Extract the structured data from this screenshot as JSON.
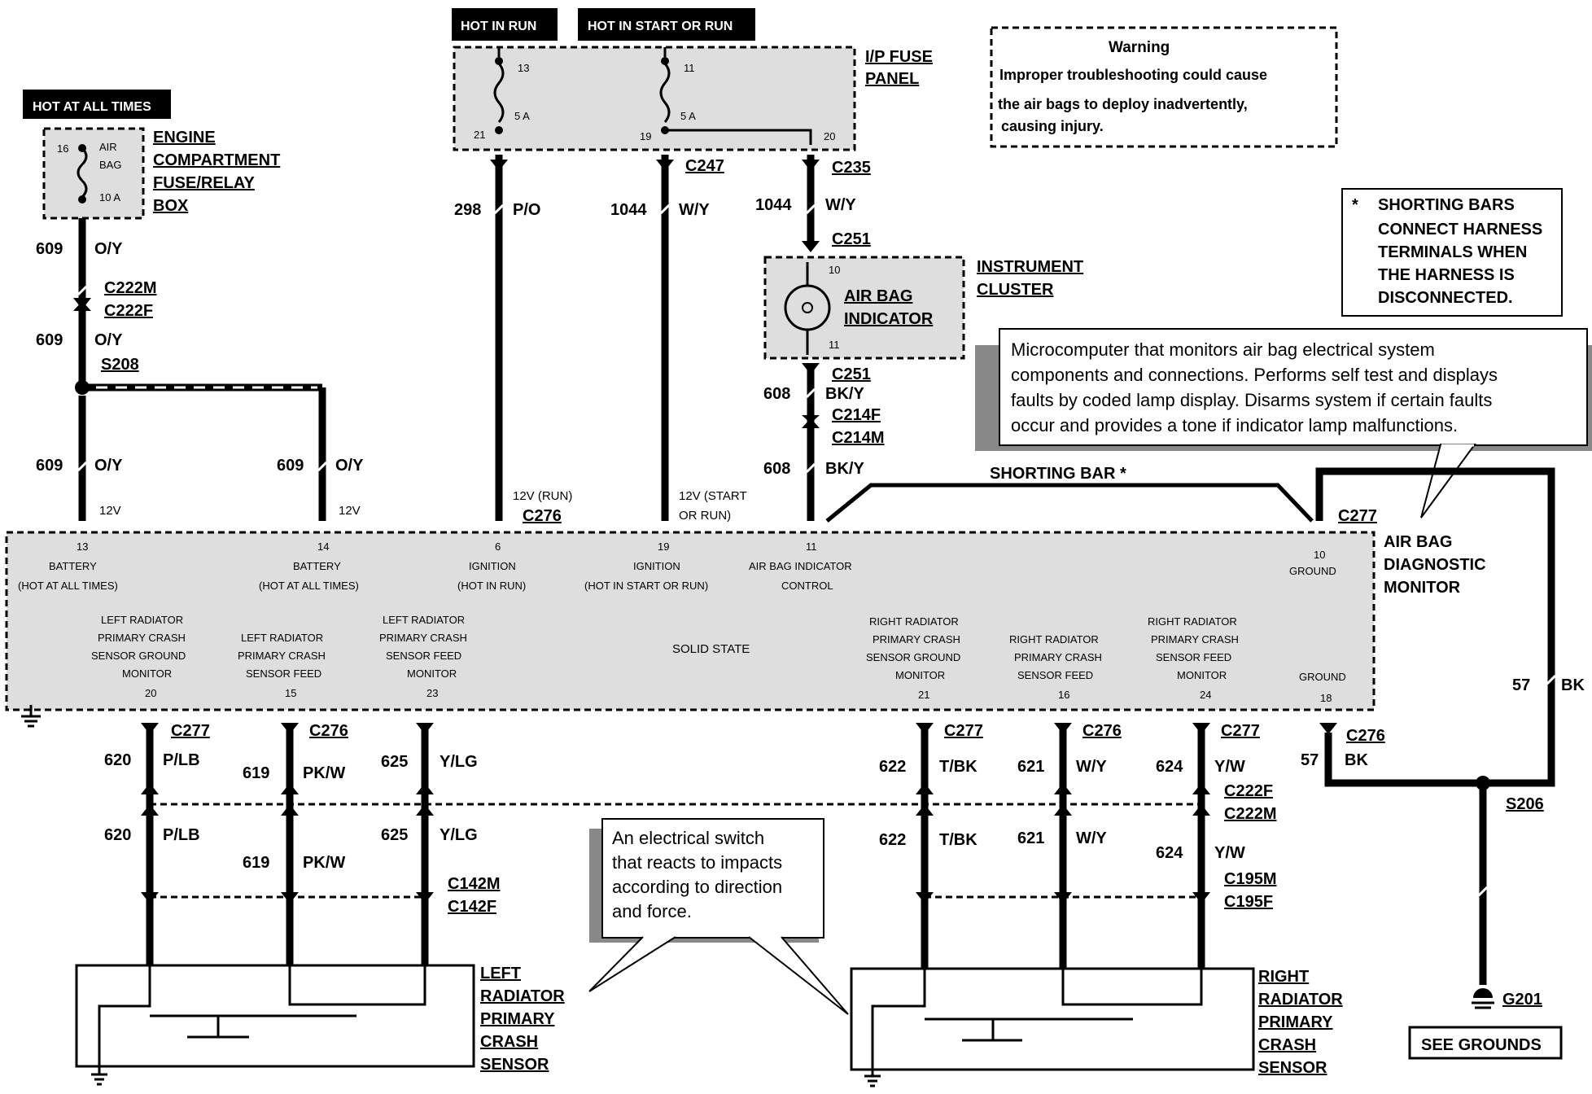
{
  "power": {
    "hot_at_all_times": "HOT AT ALL TIMES",
    "hot_in_run": "HOT IN RUN",
    "hot_in_start_or_run": "HOT IN START OR RUN"
  },
  "engine_box": {
    "label": [
      "ENGINE",
      "COMPARTMENT",
      "FUSE/RELAY",
      "BOX"
    ],
    "fuse_pin": "16",
    "fuse_name": [
      "AIR",
      "BAG"
    ],
    "fuse_amp": "10 A"
  },
  "ip_fuse_panel": {
    "label": [
      "I/P FUSE",
      "PANEL"
    ],
    "fuse_a": {
      "top": "13",
      "bottom": "21",
      "amp": "5 A"
    },
    "fuse_b": {
      "top": "11",
      "bottom": "19",
      "amp": "5 A"
    },
    "pin_out": "20"
  },
  "warning": {
    "title": "Warning",
    "lines": [
      "Improper troubleshooting could cause",
      "the air bags to deploy inadvertently,",
      "causing injury."
    ]
  },
  "shorting_note": {
    "star": "*",
    "lines": [
      "SHORTING BARS",
      "CONNECT HARNESS",
      "TERMINALS WHEN",
      "THE HARNESS IS",
      "DISCONNECTED."
    ]
  },
  "cluster": {
    "label": [
      "INSTRUMENT",
      "CLUSTER"
    ],
    "indicator": [
      "AIR BAG",
      "INDICATOR"
    ],
    "pin_top": "10",
    "pin_bottom": "11"
  },
  "monitor_note": [
    "Microcomputer that monitors air bag electrical system",
    "components and connections.  Performs self test and displays",
    "faults by coded lamp display.  Disarms system if certain faults",
    "occur and provides a tone if indicator lamp malfunctions."
  ],
  "switch_note": [
    "An electrical switch",
    "that reacts to impacts",
    "according to direction",
    "and force."
  ],
  "wires": {
    "w609": "609",
    "oy": "O/Y",
    "w298": "298",
    "po": "P/O",
    "w1044": "1044",
    "wy": "W/Y",
    "w608": "608",
    "bky": "BK/Y",
    "w57": "57",
    "bk": "BK",
    "w620": "620",
    "plb": "P/LB",
    "w619": "619",
    "pkw": "PK/W",
    "w625": "625",
    "ylg": "Y/LG",
    "w622": "622",
    "tbk": "T/BK",
    "w621": "621",
    "w624": "624",
    "yw": "Y/W"
  },
  "connectors": {
    "c222m": "C222M",
    "c222f": "C222F",
    "s208": "S208",
    "c247": "C247",
    "c235": "C235",
    "c251": "C251",
    "c214f": "C214F",
    "c214m": "C214M",
    "c276": "C276",
    "c277": "C277",
    "s206": "S206",
    "g201": "G201",
    "c142m": "C142M",
    "c142f": "C142F",
    "c195m": "C195M",
    "c195f": "C195F"
  },
  "shorting_bar": "SHORTING BAR *",
  "v12": "12V",
  "v12_run": "12V (RUN)",
  "v12_start": [
    "12V (START",
    "OR RUN)"
  ],
  "monitor": {
    "label": [
      "AIR BAG",
      "DIAGNOSTIC",
      "MONITOR"
    ],
    "solid_state": "SOLID STATE",
    "top_pins": [
      {
        "num": "13",
        "lines": [
          "BATTERY",
          "(HOT AT ALL TIMES)"
        ]
      },
      {
        "num": "14",
        "lines": [
          "BATTERY",
          "(HOT AT ALL TIMES)"
        ]
      },
      {
        "num": "6",
        "lines": [
          "IGNITION",
          "(HOT IN RUN)"
        ]
      },
      {
        "num": "19",
        "lines": [
          "IGNITION",
          "(HOT IN START OR RUN)"
        ]
      },
      {
        "num": "11",
        "lines": [
          "AIR BAG INDICATOR",
          "CONTROL"
        ]
      },
      {
        "num": "10",
        "lines": [
          "GROUND"
        ]
      }
    ],
    "bottom_pins": [
      {
        "num": "20",
        "lines": [
          "LEFT RADIATOR",
          "PRIMARY CRASH",
          "SENSOR GROUND",
          "MONITOR"
        ]
      },
      {
        "num": "15",
        "lines": [
          "LEFT RADIATOR",
          "PRIMARY CRASH",
          "SENSOR FEED"
        ]
      },
      {
        "num": "23",
        "lines": [
          "LEFT RADIATOR",
          "PRIMARY CRASH",
          "SENSOR FEED",
          "MONITOR"
        ]
      },
      {
        "num": "21",
        "lines": [
          "RIGHT RADIATOR",
          "PRIMARY CRASH",
          "SENSOR GROUND",
          "MONITOR"
        ]
      },
      {
        "num": "16",
        "lines": [
          "RIGHT RADIATOR",
          "PRIMARY CRASH",
          "SENSOR FEED"
        ]
      },
      {
        "num": "24",
        "lines": [
          "RIGHT RADIATOR",
          "PRIMARY CRASH",
          "SENSOR FEED",
          "MONITOR"
        ]
      },
      {
        "num": "18",
        "lines": [
          "GROUND"
        ]
      }
    ]
  },
  "left_sensor": [
    "LEFT",
    "RADIATOR",
    "PRIMARY",
    "CRASH",
    "SENSOR"
  ],
  "right_sensor": [
    "RIGHT",
    "RADIATOR",
    "PRIMARY",
    "CRASH",
    "SENSOR"
  ],
  "see_grounds": "SEE GROUNDS"
}
